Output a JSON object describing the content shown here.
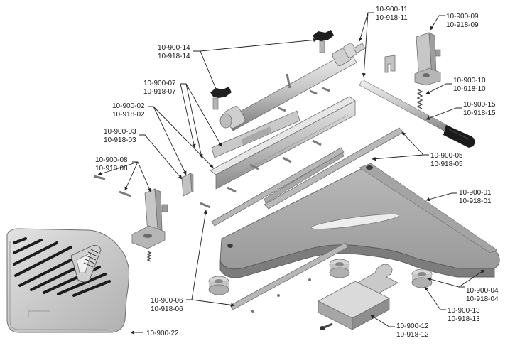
{
  "diagram": {
    "callouts": [
      {
        "id": "c01",
        "codes": [
          "10-900-01",
          "10-918-01"
        ]
      },
      {
        "id": "c02",
        "codes": [
          "10-900-02",
          "10-918-02"
        ]
      },
      {
        "id": "c03",
        "codes": [
          "10-900-03",
          "10-918-03"
        ]
      },
      {
        "id": "c04",
        "codes": [
          "10-900-04",
          "10-918-04"
        ]
      },
      {
        "id": "c05",
        "codes": [
          "10-900-05",
          "10-918-05"
        ]
      },
      {
        "id": "c06",
        "codes": [
          "10-900-06",
          "10-918-06"
        ]
      },
      {
        "id": "c07",
        "codes": [
          "10-900-07",
          "10-918-07"
        ]
      },
      {
        "id": "c08",
        "codes": [
          "10-900-08",
          "10-918-08"
        ]
      },
      {
        "id": "c09",
        "codes": [
          "10-900-09",
          "10-918-09"
        ]
      },
      {
        "id": "c10",
        "codes": [
          "10-900-10",
          "10-918-10"
        ]
      },
      {
        "id": "c11",
        "codes": [
          "10-900-11",
          "10-918-11"
        ]
      },
      {
        "id": "c12",
        "codes": [
          "10-900-12",
          "10-918-12"
        ]
      },
      {
        "id": "c13",
        "codes": [
          "10-900-13",
          "10-918-13"
        ]
      },
      {
        "id": "c14",
        "codes": [
          "10-900-14",
          "10-918-14"
        ]
      },
      {
        "id": "c15",
        "codes": [
          "10-900-15",
          "10-918-15"
        ]
      },
      {
        "id": "c22",
        "codes": [
          "10-900-22"
        ]
      }
    ]
  }
}
